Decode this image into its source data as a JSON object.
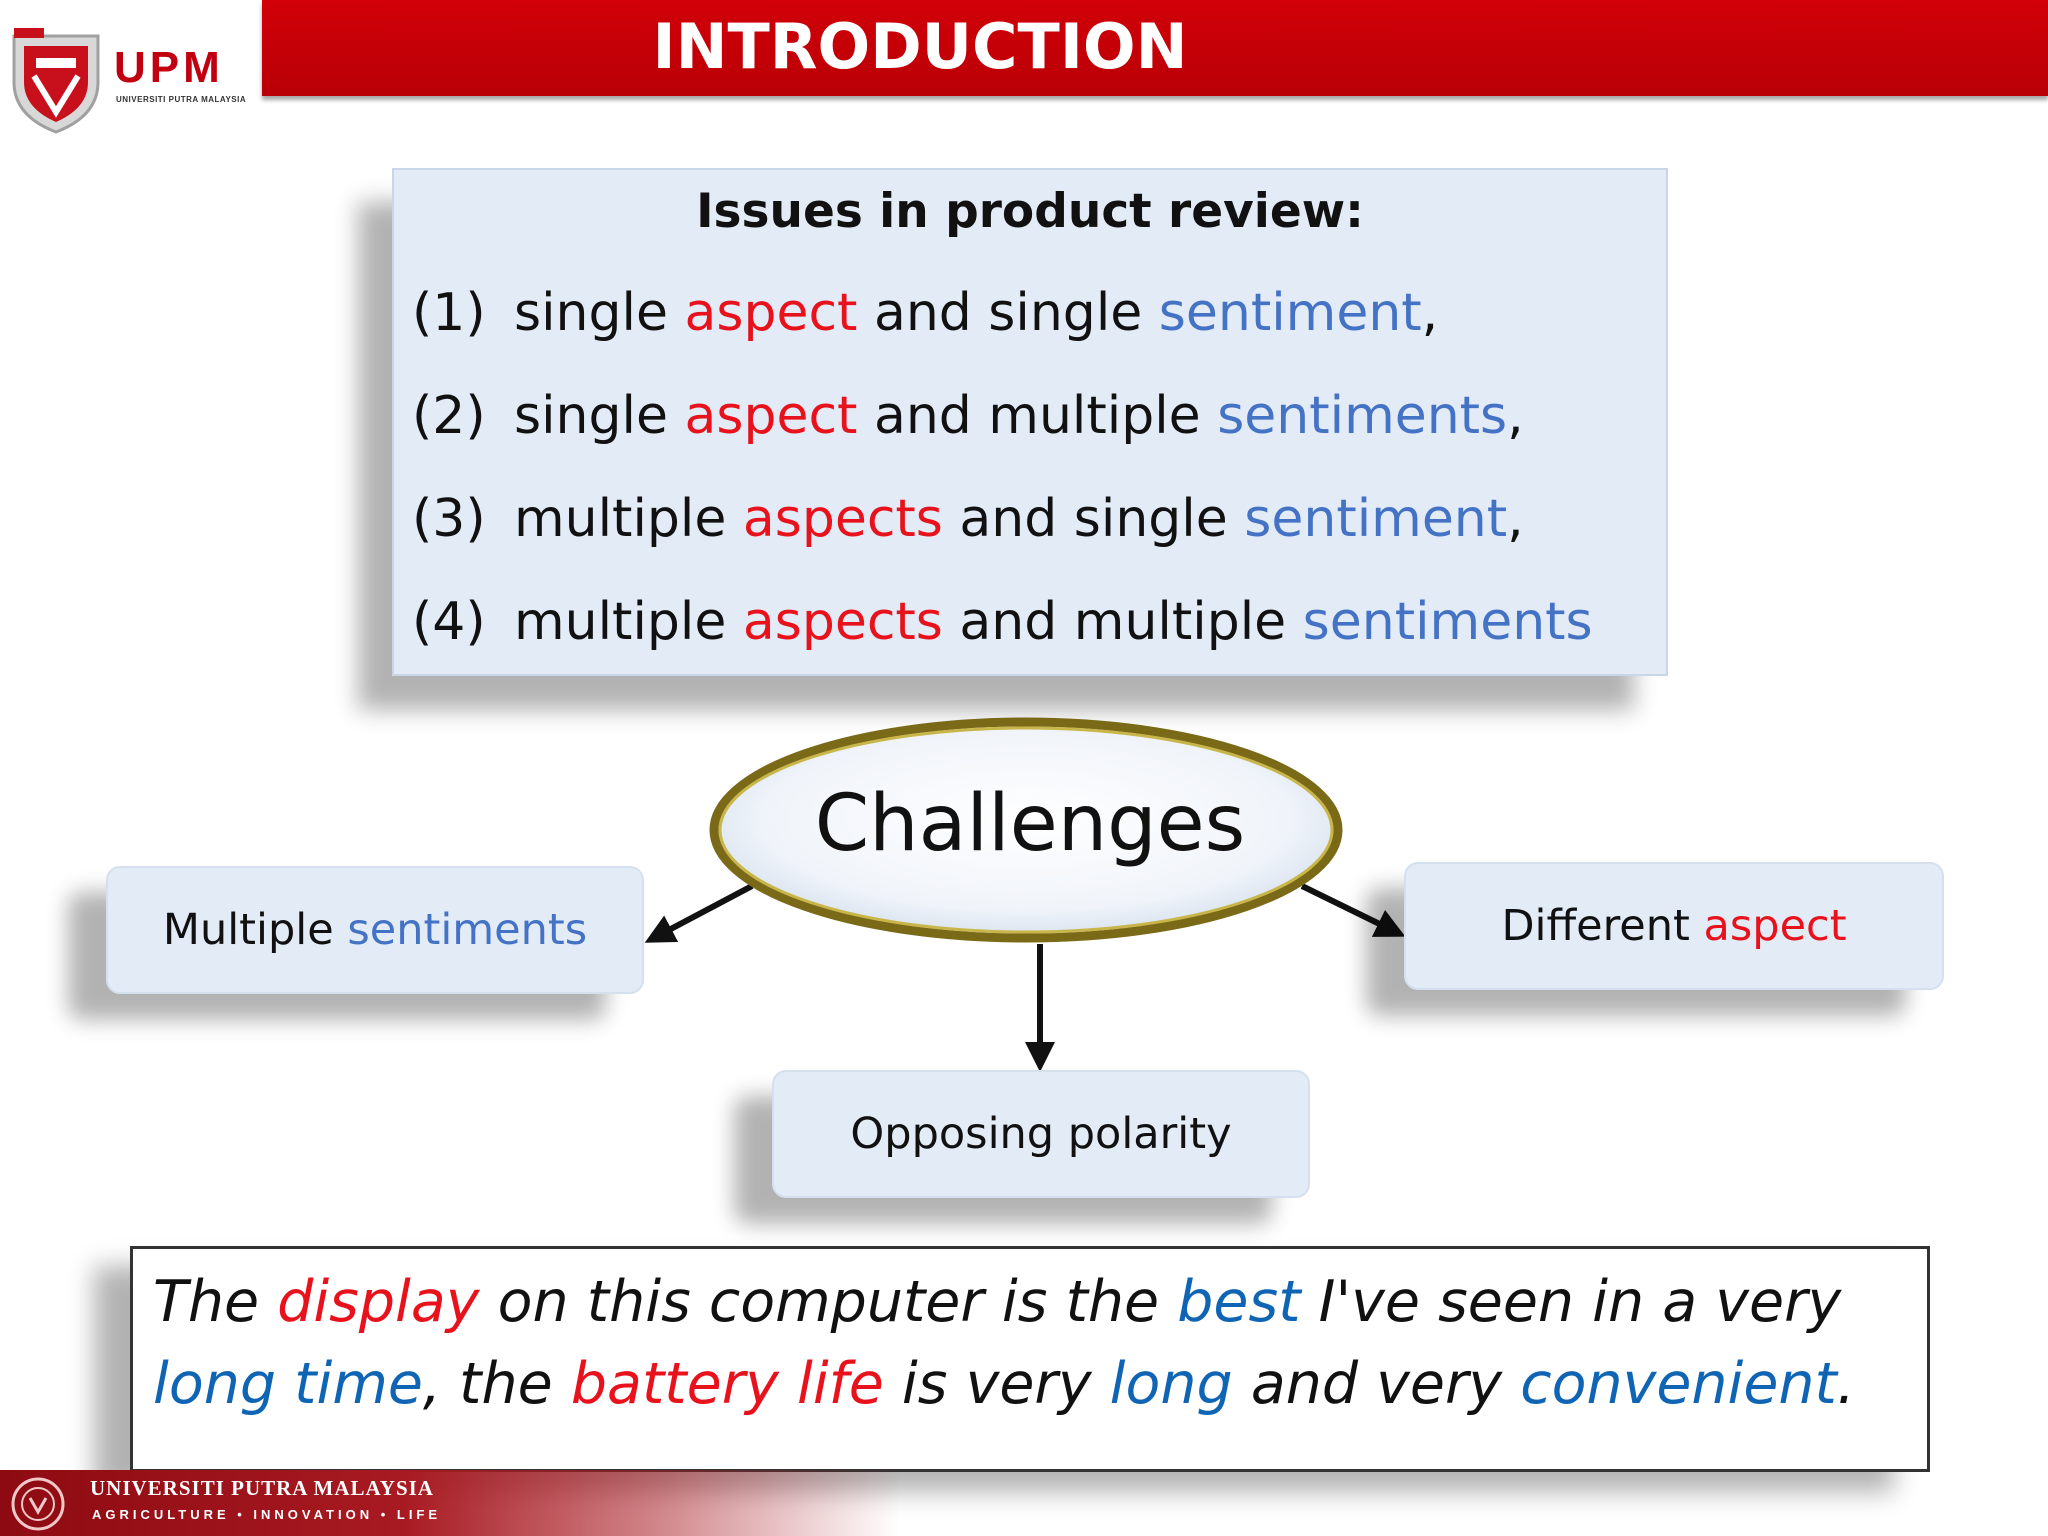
{
  "logo": {
    "text": "UPM",
    "subtext": "UNIVERSITI PUTRA MALAYSIA"
  },
  "header": {
    "title": "INTRODUCTION"
  },
  "issues": {
    "title": "Issues in product review:",
    "items": [
      {
        "num": "(1)",
        "pre": "single ",
        "aspect": "aspect",
        "mid": " and single ",
        "sentiment": "sentiment",
        "end": ","
      },
      {
        "num": "(2)",
        "pre": "single ",
        "aspect": "aspect",
        "mid": " and multiple ",
        "sentiment": "sentiments",
        "end": ","
      },
      {
        "num": "(3)",
        "pre": "multiple ",
        "aspect": "aspects",
        "mid": " and single ",
        "sentiment": "sentiment",
        "end": ","
      },
      {
        "num": "(4)",
        "pre": "multiple ",
        "aspect": "aspects",
        "mid": " and multiple ",
        "sentiment": "sentiments",
        "end": ""
      }
    ]
  },
  "diagram": {
    "center": "Challenges",
    "left": {
      "pre": "Multiple ",
      "hl": "sentiments"
    },
    "right": {
      "pre": "Different ",
      "hl": "aspect"
    },
    "bottom": {
      "text": "Opposing polarity"
    }
  },
  "quote": {
    "s1": "The ",
    "w1": "display",
    "s2": " on this computer is the ",
    "w2": "best",
    "s3": " I've seen in a very ",
    "w3": "long time",
    "s4": ", the ",
    "w4": "battery life",
    "s5": " is very ",
    "w5": "long",
    "s6": " and very ",
    "w6": "convenient",
    "s7": "."
  },
  "footer": {
    "text": "UNIVERSITI PUTRA MALAYSIA",
    "sub": "AGRICULTURE • INNOVATION • LIFE"
  },
  "colors": {
    "header_red": "#c4000a",
    "aspect_red": "#e8121c",
    "sentiment_blue": "#4472c4",
    "quote_blue": "#0f65b3",
    "box_fill": "#e2ebf6"
  }
}
